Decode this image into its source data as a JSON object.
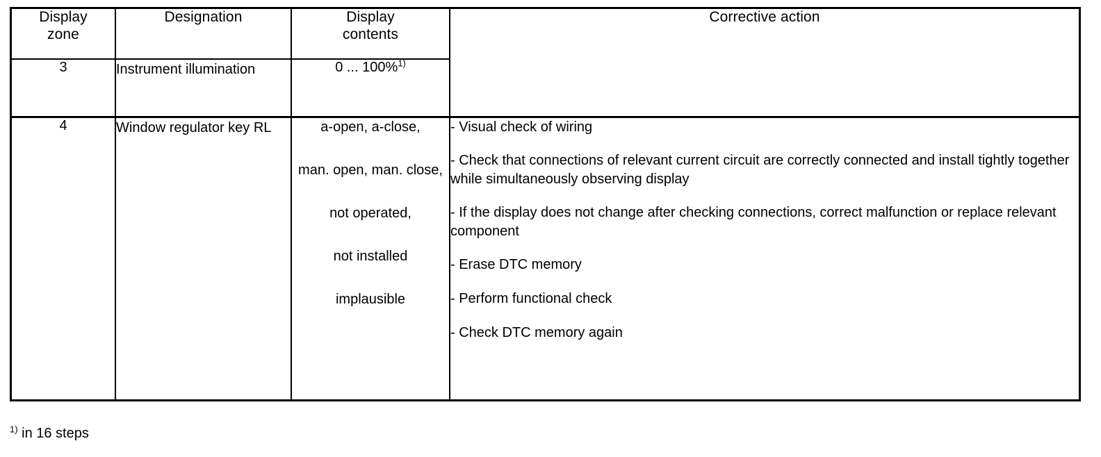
{
  "table": {
    "headers": [
      {
        "line1": "Display",
        "line2": "zone"
      },
      {
        "line1": "Designation",
        "line2": ""
      },
      {
        "line1": "Display",
        "line2": "contents"
      },
      {
        "line1": "Corrective action",
        "line2": ""
      }
    ],
    "rows": [
      {
        "zone": "3",
        "designation": "Instrument illumination",
        "display_contents": "0 ... 100%",
        "display_contents_footnote": "1)",
        "corrective_actions": []
      },
      {
        "zone": "4",
        "designation": "Window regulator key RL",
        "display_contents_items": [
          "a-open, a-close,",
          "man. open, man. close,",
          "not operated,",
          "not installed",
          "implausible"
        ],
        "corrective_actions": [
          "- Visual check of wiring",
          "- Check that connections of relevant current circuit are correctly connected and install tightly together while simultaneously observing display",
          "- If the display does not change after checking connections, correct malfunction or replace relevant component",
          "- Erase DTC memory",
          "- Perform functional check",
          "- Check DTC memory again"
        ]
      }
    ]
  },
  "footnote": {
    "marker": "1)",
    "text": " in 16 steps"
  },
  "colors": {
    "border": "#000000",
    "text": "#000000",
    "background": "#ffffff"
  }
}
